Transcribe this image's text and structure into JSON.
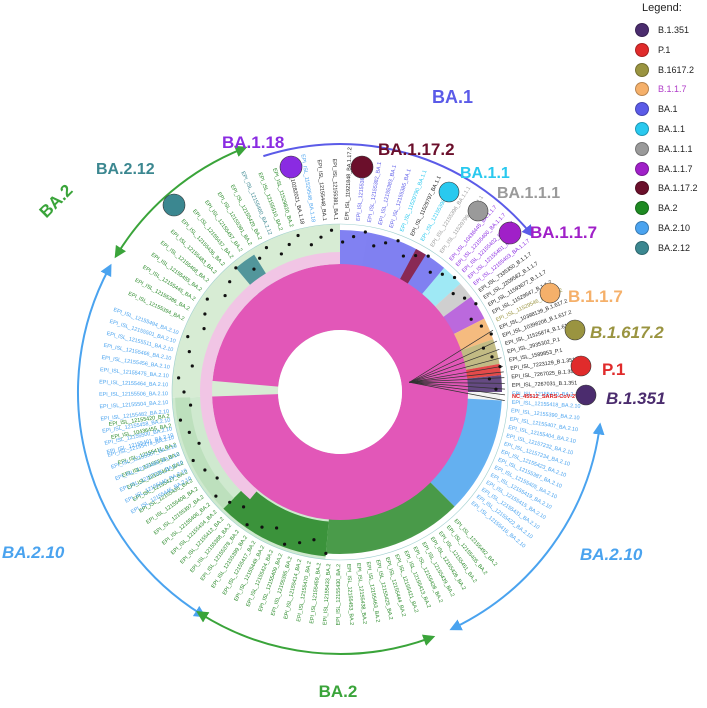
{
  "legend": {
    "title": "Legend:",
    "items": [
      {
        "label": "B.1.351",
        "color": "#4b2c6e",
        "text_color": "#222222"
      },
      {
        "label": "P.1",
        "color": "#e02b2b",
        "text_color": "#222222"
      },
      {
        "label": "B.1617.2",
        "color": "#9a9440",
        "text_color": "#222222"
      },
      {
        "label": "B.1.1.7",
        "color": "#f5b06a",
        "text_color": "#b03cc8"
      },
      {
        "label": "BA.1",
        "color": "#5b5be8",
        "text_color": "#222222"
      },
      {
        "label": "BA.1.1",
        "color": "#29c9ef",
        "text_color": "#222222"
      },
      {
        "label": "BA.1.1.1",
        "color": "#9a9a9a",
        "text_color": "#222222"
      },
      {
        "label": "BA.1.1.7",
        "color": "#a020c8",
        "text_color": "#222222"
      },
      {
        "label": "BA.1.17.2",
        "color": "#6b0f2b",
        "text_color": "#222222"
      },
      {
        "label": "BA.2",
        "color": "#1e8a22",
        "text_color": "#222222"
      },
      {
        "label": "BA.2.10",
        "color": "#4aa3ef",
        "text_color": "#222222"
      },
      {
        "label": "BA.2.12",
        "color": "#3b8790",
        "text_color": "#222222"
      }
    ]
  },
  "clade_labels": [
    {
      "id": "ba1",
      "text": "BA.1",
      "color": "#5b5be8"
    },
    {
      "id": "ba1-18",
      "text": "BA.1.18",
      "color": "#8a2be2"
    },
    {
      "id": "ba1-17-2",
      "text": "BA.1.17.2",
      "color": "#6b0f2b"
    },
    {
      "id": "ba1-1",
      "text": "BA.1.1",
      "color": "#29c9ef"
    },
    {
      "id": "ba1-1-1",
      "text": "BA.1.1.1",
      "color": "#9a9a9a"
    },
    {
      "id": "ba1-1-7",
      "text": "BA.1.1.7",
      "color": "#a020c8"
    },
    {
      "id": "b117",
      "text": "B.1.1.7",
      "color": "#f5b06a"
    },
    {
      "id": "b16172",
      "text": "B.1.617.2",
      "color": "#9a9440"
    },
    {
      "id": "p1",
      "text": "P.1",
      "color": "#e02b2b"
    },
    {
      "id": "b1351",
      "text": "B.1.351",
      "color": "#4b2c6e"
    },
    {
      "id": "ba2-12",
      "text": "BA.2.12",
      "color": "#3b8790"
    },
    {
      "id": "ba2-top",
      "text": "BA.2",
      "color": "#3aa43a"
    },
    {
      "id": "ba2-10-left",
      "text": "BA.2.10",
      "color": "#4aa3ef"
    },
    {
      "id": "ba2-10-right",
      "text": "BA.2.10",
      "color": "#4aa3ef"
    },
    {
      "id": "ba2-bottom",
      "text": "BA.2",
      "color": "#3aa43a"
    }
  ],
  "outer_arcs": [
    {
      "id": "arc-ba1",
      "color": "#5b5be8"
    },
    {
      "id": "arc-ba2-upper",
      "color": "#3aa43a"
    },
    {
      "id": "arc-ba2-10-left",
      "color": "#4aa3ef"
    },
    {
      "id": "arc-ba2-lower",
      "color": "#3aa43a"
    },
    {
      "id": "arc-ba2-10-right",
      "color": "#4aa3ef"
    }
  ],
  "tree_sectors": [
    {
      "lineage": "BA.1",
      "color": "#6b6bf0"
    },
    {
      "lineage": "BA.1.17.2",
      "color": "#8b1a3a"
    },
    {
      "lineage": "BA.1.1",
      "color": "#8fe6f5"
    },
    {
      "lineage": "BA.1.1.1",
      "color": "#c8c8c8"
    },
    {
      "lineage": "BA.1.1.7",
      "color": "#b050d8"
    },
    {
      "lineage": "B.1.1.7",
      "color": "#f5b06a"
    },
    {
      "lineage": "B.1617.2",
      "color": "#b8b070"
    },
    {
      "lineage": "P.1",
      "color": "#e02b2b"
    },
    {
      "lineage": "B.1.351",
      "color": "#4b2c6e"
    },
    {
      "lineage": "BA.2.10",
      "color": "#4aa3ef"
    },
    {
      "lineage": "BA.2",
      "color": "#2a8a2a"
    },
    {
      "lineage": "BA.2.12",
      "color": "#3b8790"
    }
  ],
  "tree_inner_color": "#e257b8",
  "tree_root_label": {
    "text": "NC_45512_SARS-CoV-2Wuhan",
    "color": "#e02020"
  },
  "leaves_right": [
    {
      "text": "EPI_ISL_10436445_BA.1.1.7",
      "color": "#8a2be2"
    },
    {
      "text": "EPI_ISL_12155400_BA.1.1.7",
      "color": "#8a2be2"
    },
    {
      "text": "EPI_ISL_12155402_BA.1.1.7",
      "color": "#8a2be2"
    },
    {
      "text": "EPI_ISL_12155401_BA.1.1.7",
      "color": "#8a2be2"
    },
    {
      "text": "EPI_ISL_12155403_BA.1.1.7",
      "color": "#8a2be2"
    },
    {
      "text": "EPI_ISL_7335350_B.1.1.7",
      "color": "#222222"
    },
    {
      "text": "EPI_ISL_2209582_B.1.1.7",
      "color": "#222222"
    },
    {
      "text": "EPI_ISL_11593677_B.1.1.7",
      "color": "#222222"
    },
    {
      "text": "EPI_ISL_11529547_B.1.1.7",
      "color": "#222222"
    },
    {
      "text": "EPI_ISL_11529546_B.1.617.2",
      "color": "#9a9440"
    },
    {
      "text": "EPI_ISL_10398139_B.1.617.2",
      "color": "#222222"
    },
    {
      "text": "EPI_ISL_10398208_B.1.617.2",
      "color": "#222222"
    },
    {
      "text": "EPI_ISL_11525874_B.1.617.2",
      "color": "#222222"
    },
    {
      "text": "EPI_ISL_3935302_P.1",
      "color": "#222222"
    },
    {
      "text": "EPI_ISL_1589853_P.1",
      "color": "#222222"
    },
    {
      "text": "EPI_ISL_7223129_B.1.351",
      "color": "#222222"
    },
    {
      "text": "EPI_ISL_7267025_B.1.351",
      "color": "#222222"
    },
    {
      "text": "EPI_ISL_7267031_B.1.351",
      "color": "#222222"
    },
    {
      "text": "EPI_ISL_12155410_BA.2.10",
      "color": "#4aa3ef"
    },
    {
      "text": "EPI_ISL_12155418_BA.2.10",
      "color": "#4aa3ef"
    },
    {
      "text": "EPI_ISL_12155390_BA.2.10",
      "color": "#4aa3ef"
    },
    {
      "text": "EPI_ISL_12155407_BA.2.10",
      "color": "#4aa3ef"
    },
    {
      "text": "EPI_ISL_12155404_BA.2.10",
      "color": "#4aa3ef"
    },
    {
      "text": "EPI_ISL_12157232_BA.2.10",
      "color": "#4aa3ef"
    },
    {
      "text": "EPI_ISL_12157234_BA.2.10",
      "color": "#4aa3ef"
    },
    {
      "text": "EPI_ISL_12155423_BA.2.10",
      "color": "#4aa3ef"
    },
    {
      "text": "EPI_ISL_12155387_BA.2.10",
      "color": "#4aa3ef"
    },
    {
      "text": "EPI_ISL_12155405_BA.2.10",
      "color": "#4aa3ef"
    },
    {
      "text": "EPI_ISL_12155419_BA.2.10",
      "color": "#4aa3ef"
    },
    {
      "text": "EPI_ISL_12155415_BA.2.10",
      "color": "#4aa3ef"
    },
    {
      "text": "EPI_ISL_12155431_BA.2.10",
      "color": "#4aa3ef"
    },
    {
      "text": "EPI_ISL_12155422_BA.2.10",
      "color": "#4aa3ef"
    },
    {
      "text": "EPI_ISL_12155416_BA.2.10",
      "color": "#4aa3ef"
    }
  ],
  "leaves_left": [
    {
      "text": "EPI_ISL_12155446_BA.2.10",
      "color": "#4aa3ef"
    },
    {
      "text": "EPI_ISL_12155440_BA.2.10",
      "color": "#4aa3ef"
    },
    {
      "text": "EPI_ISL_12157235_BA.2.10",
      "color": "#4aa3ef"
    },
    {
      "text": "EPI_ISL_12155489_BA.2.10",
      "color": "#4aa3ef"
    },
    {
      "text": "EPI_ISL_12155507_BA.2.10",
      "color": "#4aa3ef"
    },
    {
      "text": "EPI_ISL_12155474_BA.2.10",
      "color": "#4aa3ef"
    },
    {
      "text": "EPI_ISL_12155500_BA.2.10",
      "color": "#4aa3ef"
    },
    {
      "text": "EPI_ISL_12155458_BA.2.10",
      "color": "#4aa3ef"
    },
    {
      "text": "EPI_ISL_12155482_BA.2.10",
      "color": "#4aa3ef"
    },
    {
      "text": "EPI_ISL_12155504_BA.2.10",
      "color": "#4aa3ef"
    },
    {
      "text": "EPI_ISL_12155506_BA.2.10",
      "color": "#4aa3ef"
    },
    {
      "text": "EPI_ISL_12155464_BA.2.10",
      "color": "#4aa3ef"
    },
    {
      "text": "EPI_ISL_12155475_BA.2.10",
      "color": "#4aa3ef"
    },
    {
      "text": "EPI_ISL_12155456_BA.2.10",
      "color": "#4aa3ef"
    },
    {
      "text": "EPI_ISL_12155466_BA.2.10",
      "color": "#4aa3ef"
    },
    {
      "text": "EPI_ISL_12155511_BA.2.10",
      "color": "#4aa3ef"
    },
    {
      "text": "EPI_ISL_12155501_BA.2.10",
      "color": "#4aa3ef"
    },
    {
      "text": "EPI_ISL_12155494_BA.2.10",
      "color": "#4aa3ef"
    }
  ],
  "leaves_top": [
    {
      "text": "EPI_ISL_12155394_BA.2",
      "color": "#2a8a2a"
    },
    {
      "text": "EPI_ISL_12155386_BA.2",
      "color": "#2a8a2a"
    },
    {
      "text": "EPI_ISL_12155445_BA.2",
      "color": "#2a8a2a"
    },
    {
      "text": "EPI_ISL_12155455_BA.2",
      "color": "#2a8a2a"
    },
    {
      "text": "EPI_ISL_12155468_BA.2",
      "color": "#2a8a2a"
    },
    {
      "text": "EPI_ISL_12155483_BA.2",
      "color": "#2a8a2a"
    },
    {
      "text": "EPI_ISL_12155436_BA.2",
      "color": "#2a8a2a"
    },
    {
      "text": "EPI_ISL_12155437_BA.2",
      "color": "#2a8a2a"
    },
    {
      "text": "EPI_ISL_12155457_BA.2",
      "color": "#2a8a2a"
    },
    {
      "text": "EPI_ISL_12155391_BA.2",
      "color": "#2a8a2a"
    },
    {
      "text": "EPI_ISL_12155429_BA.2",
      "color": "#2a8a2a"
    },
    {
      "text": "EPI_ISL_12155460_BA.2.12",
      "color": "#3b8790"
    },
    {
      "text": "EPI_ISL_12155510_BA.2",
      "color": "#2a8a2a"
    },
    {
      "text": "EPI_ISL_11529820_BA.2",
      "color": "#2a8a2a"
    },
    {
      "text": "EPI_ISL_10282021_BA.1.18",
      "color": "#222222"
    },
    {
      "text": "EPI_ISL_11529548_BA.1.18",
      "color": "#4aa3ef"
    },
    {
      "text": "EPI_ISL_12155448_BA.1",
      "color": "#222222"
    },
    {
      "text": "EPI_ISL_12155381_BA.1",
      "color": "#222222"
    },
    {
      "text": "EPI_ISL_11921848_BA.1.17.2",
      "color": "#222222"
    },
    {
      "text": "EPI_ISL_12155380_BA.1",
      "color": "#5b5be8"
    },
    {
      "text": "EPI_ISL_12155382_BA.1",
      "color": "#5b5be8"
    },
    {
      "text": "EPI_ISL_12155383_BA.1",
      "color": "#5b5be8"
    },
    {
      "text": "EPI_ISL_12155385_BA.1",
      "color": "#5b5be8"
    },
    {
      "text": "EPI_ISL_11529790_BA.1.1",
      "color": "#29c9ef"
    },
    {
      "text": "EPI_ISL_11529797_BA.1.1",
      "color": "#222222"
    },
    {
      "text": "EPI_ISL_12155398_BA.1.1",
      "color": "#29c9ef"
    },
    {
      "text": "EPI_ISL_12155396_BA.1.1.1",
      "color": "#9a9a9a"
    },
    {
      "text": "EPI_ISL_11529799_BA.1.1.1",
      "color": "#9a9a9a"
    }
  ],
  "leaves_bottom": [
    {
      "text": "EPI_ISL_12155492_BA.2",
      "color": "#2a8a2a"
    },
    {
      "text": "EPI_ISL_12155405_BA.2",
      "color": "#2a8a2a"
    },
    {
      "text": "EPI_ISL_12155451_BA.2",
      "color": "#2a8a2a"
    },
    {
      "text": "EPI_ISL_12155426_BA.2",
      "color": "#2a8a2a"
    },
    {
      "text": "EPI_ISL_12155439_BA.2",
      "color": "#2a8a2a"
    },
    {
      "text": "EPI_ISL_12155428_BA.2",
      "color": "#2a8a2a"
    },
    {
      "text": "EPI_ISL_12155413_BA.2",
      "color": "#2a8a2a"
    },
    {
      "text": "EPI_ISL_12155421_BA.2",
      "color": "#2a8a2a"
    },
    {
      "text": "EPI_ISL_12155444_BA.2",
      "color": "#2a8a2a"
    },
    {
      "text": "EPI_ISL_12155425_BA.2",
      "color": "#2a8a2a"
    },
    {
      "text": "EPI_ISL_12155463_BA.2",
      "color": "#2a8a2a"
    },
    {
      "text": "EPI_ISL_12155438_BA.2",
      "color": "#2a8a2a"
    },
    {
      "text": "EPI_ISL_12155453_BA.2",
      "color": "#2a8a2a"
    },
    {
      "text": "EPI_ISL_12155430_BA.2",
      "color": "#2a8a2a"
    },
    {
      "text": "EPI_ISL_12155433_BA.2",
      "color": "#2a8a2a"
    },
    {
      "text": "EPI_ISL_12155459_BA.2",
      "color": "#2a8a2a"
    },
    {
      "text": "EPI_ISL_12155470_BA.2",
      "color": "#2a8a2a"
    },
    {
      "text": "EPI_ISL_12155414_BA.2",
      "color": "#2a8a2a"
    },
    {
      "text": "EPI_ISL_12155395_BA.2",
      "color": "#2a8a2a"
    },
    {
      "text": "EPI_ISL_12155409_BA.2",
      "color": "#2a8a2a"
    },
    {
      "text": "EPI_ISL_12155424_BA.2",
      "color": "#2a8a2a"
    },
    {
      "text": "EPI_ISL_12155449_BA.2",
      "color": "#2a8a2a"
    },
    {
      "text": "EPI_ISL_12155417_BA.2",
      "color": "#2a8a2a"
    },
    {
      "text": "EPI_ISL_12155399_BA.2",
      "color": "#2a8a2a"
    },
    {
      "text": "EPI_ISL_12155378_BA.2",
      "color": "#2a8a2a"
    },
    {
      "text": "EPI_ISL_12155388_BA.2",
      "color": "#2a8a2a"
    },
    {
      "text": "EPI_ISL_12155412_BA.2",
      "color": "#2a8a2a"
    },
    {
      "text": "EPI_ISL_12155434_BA.2",
      "color": "#2a8a2a"
    },
    {
      "text": "EPI_ISL_12155406_BA.2",
      "color": "#2a8a2a"
    },
    {
      "text": "EPI_ISL_12155397_BA.2",
      "color": "#2a8a2a"
    },
    {
      "text": "EPI_ISL_12155408_BA.2",
      "color": "#2a8a2a"
    },
    {
      "text": "EPI_ISL_12155435_BA.2",
      "color": "#2a8a2a"
    },
    {
      "text": "EPI_ISL_12155427_BA.2",
      "color": "#2a8a2a"
    },
    {
      "text": "EPI_ISL_12155461_BA.2",
      "color": "#2a8a2a"
    },
    {
      "text": "EPI_ISL_12155393_BA.2",
      "color": "#2a8a2a"
    },
    {
      "text": "EPI_ISL_12155411_BA.2",
      "color": "#2a8a2a"
    },
    {
      "text": "EPI_ISL_12155401_BA.2.10",
      "color": "#4aa3ef"
    },
    {
      "text": "EPI_ISL_10436455_BA.2",
      "color": "#2a8a2a"
    },
    {
      "text": "EPI_ISL_12155420_BA.2",
      "color": "#2a8a2a"
    }
  ]
}
